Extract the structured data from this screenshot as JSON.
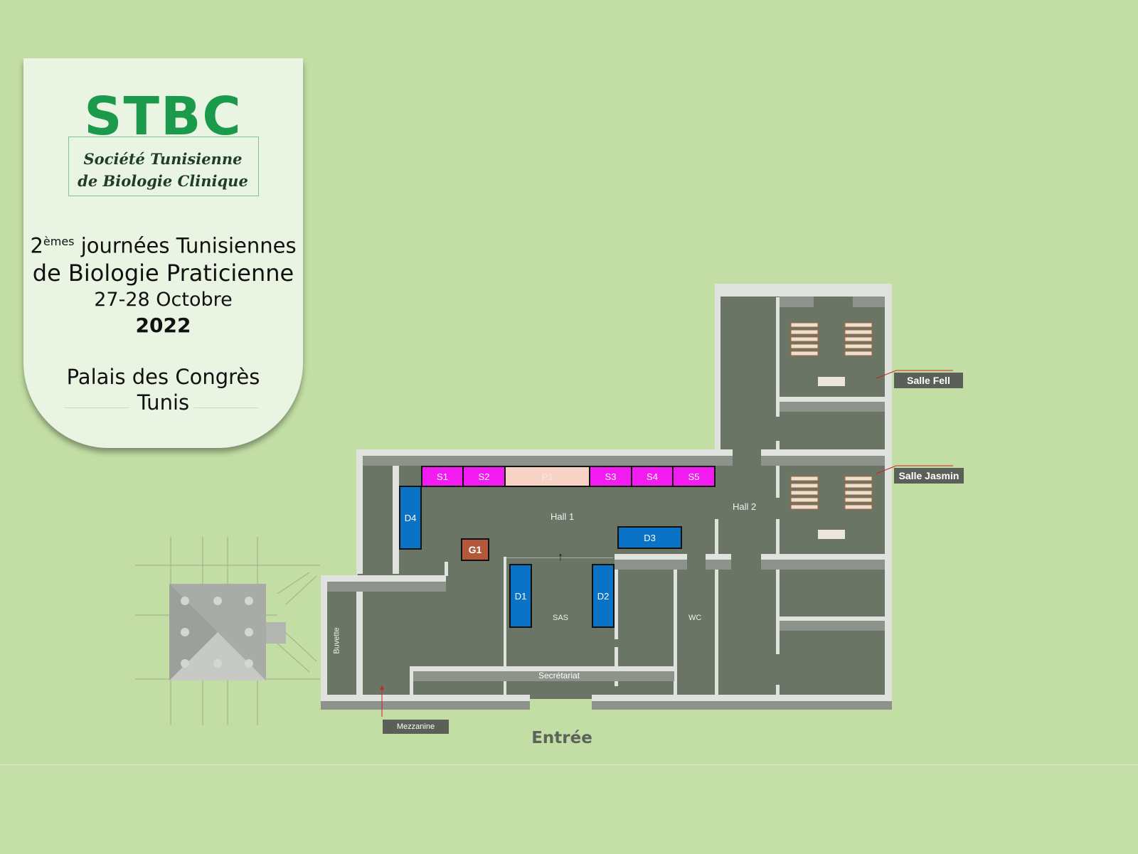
{
  "logo": {
    "acronym": "STBC",
    "line1": "Société Tunisienne",
    "line2": "de Biologie Clinique"
  },
  "event": {
    "ordinal": "2",
    "ordinal_suffix": "èmes",
    "title_line1": "journées Tunisiennes",
    "title_line2": "de Biologie Praticienne",
    "dates": "27-28 Octobre",
    "year": "2022"
  },
  "venue": {
    "name": "Palais des Congrès",
    "city": "Tunis"
  },
  "map": {
    "stands": {
      "S1": "S1",
      "S2": "S2",
      "P1": "P1",
      "S3": "S3",
      "S4": "S4",
      "S5": "S5",
      "D1": "D1",
      "D2": "D2",
      "D3": "D3",
      "D4": "D4",
      "G1": "G1"
    },
    "areas": {
      "hall1": "Hall 1",
      "hall2": "Hall 2",
      "sas": "SAS",
      "wc": "WC",
      "secretariat": "Secrétariat",
      "buvette": "Buvette"
    },
    "rooms": {
      "salle_fell": "Salle Fell",
      "salle_jasmin": "Salle Jasmin",
      "mezzanine": "Mezzanine"
    },
    "entrance": "Entrée",
    "colors": {
      "background": "#c2dea4",
      "floor": "#6b7566",
      "session_stand": "#f21cf0",
      "partner_stand": "#f8d2c5",
      "d_stand": "#0b73c6",
      "g_stand": "#b3583a",
      "logo_green": "#1a9a4a"
    }
  }
}
